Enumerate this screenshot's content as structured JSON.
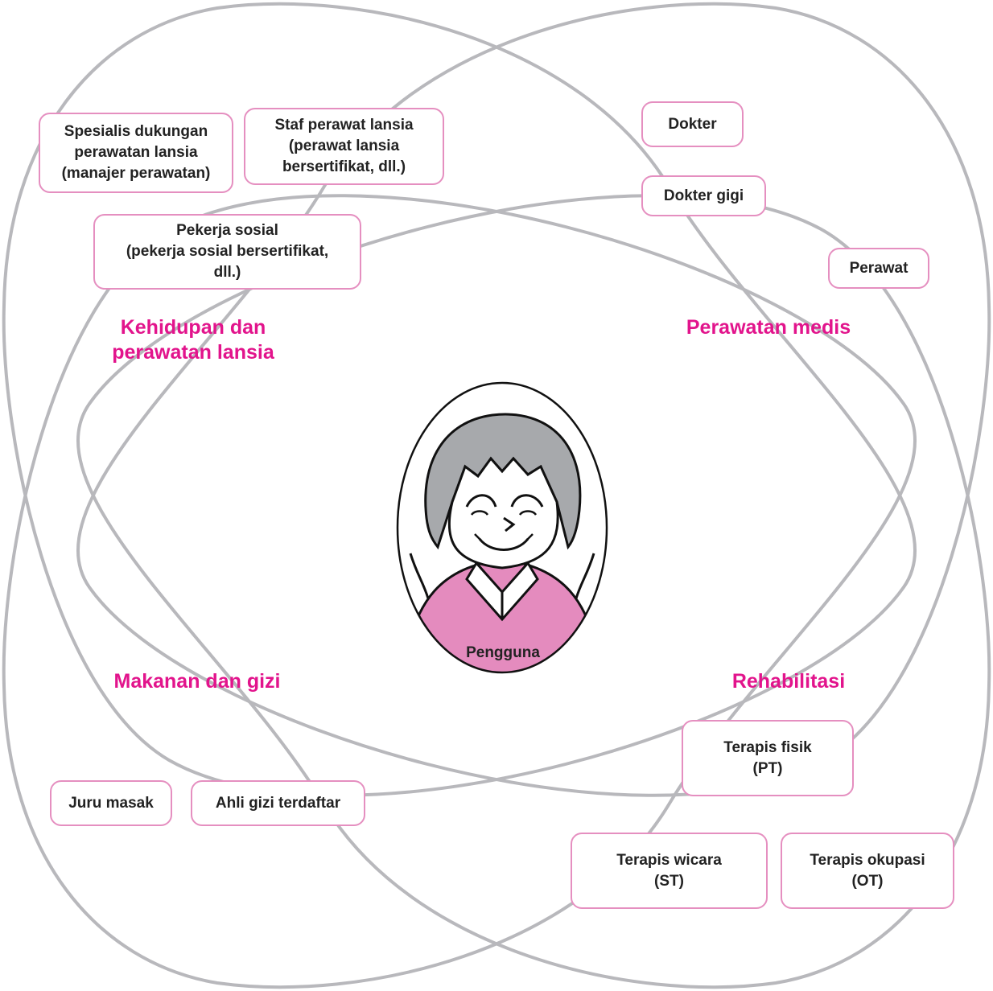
{
  "colors": {
    "petal_stroke": "#b8b8bc",
    "box_border": "#e58fc0",
    "category_text": "#e2148c",
    "label_text": "#222222",
    "hair": "#a7a9ac",
    "shirt": "#e48bbe"
  },
  "center": {
    "label": "Pengguna",
    "icon": "elderly-woman-portrait"
  },
  "categories": {
    "life_care": "Kehidupan dan\nperawatan lansia",
    "medical": "Perawatan medis",
    "food": "Makanan dan gizi",
    "rehab": "Rehabilitasi"
  },
  "roles": {
    "care_manager": "Spesialis dukungan\nperawatan lansia\n(manajer perawatan)",
    "care_staff": "Staf perawat lansia\n(perawat lansia\nbersertifikat, dll.)",
    "social_worker": "Pekerja sosial\n(pekerja sosial bersertifikat,\ndll.)",
    "doctor": "Dokter",
    "dentist": "Dokter gigi",
    "nurse": "Perawat",
    "cook": "Juru masak",
    "dietitian": "Ahli gizi terdaftar",
    "pt": "Terapis fisik\n(PT)",
    "st": "Terapis wicara\n(ST)",
    "ot": "Terapis okupasi\n(OT)"
  }
}
